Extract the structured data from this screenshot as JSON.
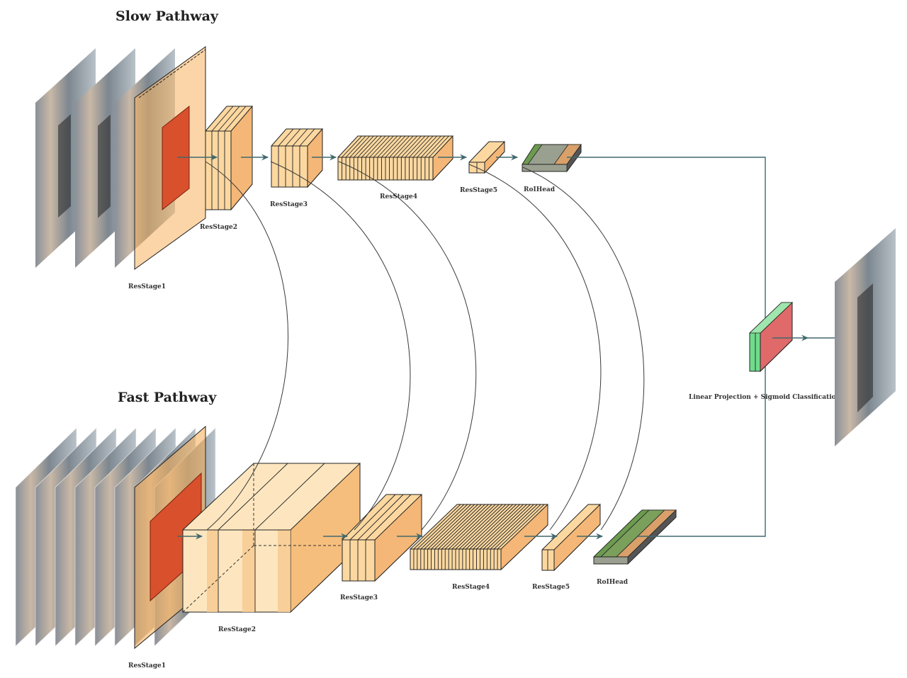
{
  "slow": {
    "title": "Slow Pathway",
    "stages": [
      "ResStage1",
      "ResStage2",
      "ResStage3",
      "ResStage4",
      "ResStage5",
      "RoIHead"
    ]
  },
  "fast": {
    "title": "Fast Pathway",
    "stages": [
      "ResStage1",
      "ResStage2",
      "ResStage3",
      "ResStage4",
      "ResStage5",
      "RoIHead"
    ]
  },
  "classifier_label": "Linear Projection + Sigmoid Classification",
  "colors": {
    "block_fill": "#fcd8a0",
    "block_side": "#f4b777",
    "kernel": "#d9502c",
    "connection": "#41696e",
    "head_green": "#6c9b4f",
    "classifier_green": "#6fdc8c",
    "classifier_red": "#e06a6a"
  },
  "icons": [
    "video-frame-icon"
  ]
}
